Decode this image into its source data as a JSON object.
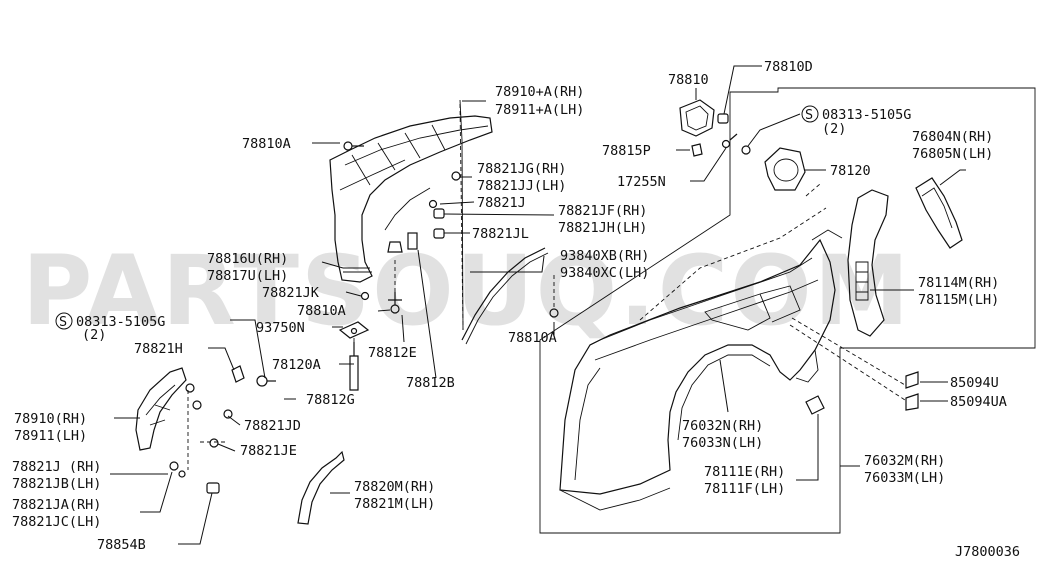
{
  "labels": {
    "l1": "78910+A(RH)",
    "l2": "78911+A(LH)",
    "l3": "78810A",
    "l4": "78821JG(RH)",
    "l5": "78821JJ(LH)",
    "l6": "78821J",
    "l7": "78821JF(RH)",
    "l8": "78821JH(LH)",
    "l9": "78821JL",
    "l10": "78816U(RH)",
    "l11": "78817U(LH)",
    "l12": "78821JK",
    "l13": "78810A",
    "l14": "08313-5105G",
    "l15": "(2)",
    "l16": "93750N",
    "l17": "78812E",
    "l18": "78821H",
    "l19": "78120A",
    "l20": "78812B",
    "l21": "78812G",
    "l22": "78910(RH)",
    "l23": "78911(LH)",
    "l24": "78821JD",
    "l25": "78821JE",
    "l26": "78821J  (RH)",
    "l27": "78821JB(LH)",
    "l28": "78821JA(RH)",
    "l29": "78821JC(LH)",
    "l30": "78820M(RH)",
    "l31": "78821M(LH)",
    "l32": "78854B",
    "l33": "93840XB(RH)",
    "l34": "93840XC(LH)",
    "l35": "78810A",
    "l36": "78810",
    "l37": "78810D",
    "l38": "78815P",
    "l39": "17255N",
    "l40": "08313-5105G",
    "l41": "(2)",
    "l42": "78120",
    "l43": "76804N(RH)",
    "l44": "76805N(LH)",
    "l45": "78114M(RH)",
    "l46": "78115M(LH)",
    "l47": "85094U",
    "l48": "85094UA",
    "l49": "76032N(RH)",
    "l50": "76033N(LH)",
    "l51": "78111E(RH)",
    "l52": "78111F(LH)",
    "l53": "76032M(RH)",
    "l54": "76033M(LH)",
    "l55": "J7800036"
  },
  "screw_symbol": "S",
  "watermark": "PARTSOUQ.COM"
}
